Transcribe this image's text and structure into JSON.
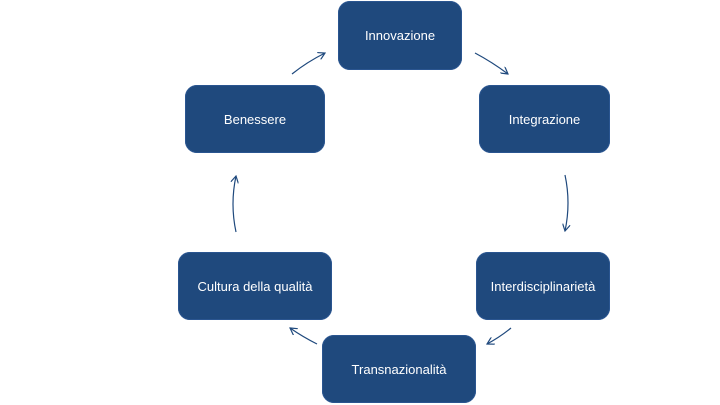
{
  "diagram": {
    "type": "cycle",
    "accent_color": "#1f497d",
    "nodes": [
      {
        "label": "Innovazione"
      },
      {
        "label": "Integrazione"
      },
      {
        "label": "Interdisciplinarietà"
      },
      {
        "label": "Transnazionalità"
      },
      {
        "label": "Cultura della qualità"
      },
      {
        "label": "Benessere"
      }
    ]
  }
}
